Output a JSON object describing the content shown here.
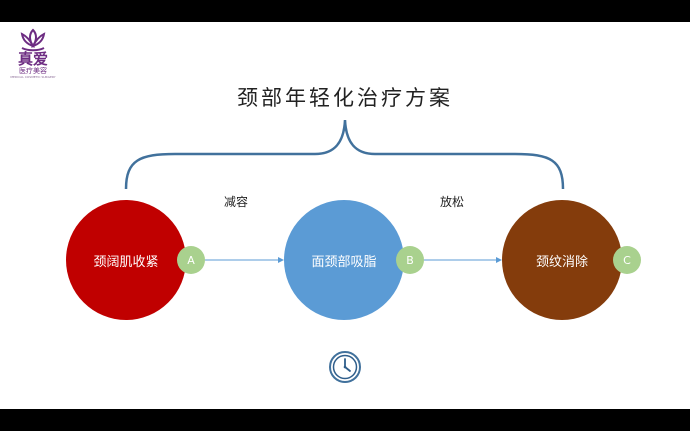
{
  "logo": {
    "name": "真爱",
    "subtitle": "医疗美容",
    "english": "MEDICAL COSMETIC SURGERY"
  },
  "title": "颈部年轻化治疗方案",
  "nodes": [
    {
      "label": "颈阔肌收紧",
      "badge": "A",
      "color": "#c00000"
    },
    {
      "label": "面颈部吸脂",
      "badge": "B",
      "color": "#5b9bd5"
    },
    {
      "label": "颈纹消除",
      "badge": "C",
      "color": "#843c0c"
    }
  ],
  "edge_labels": [
    "减容",
    "放松"
  ],
  "colors": {
    "brace": "#41719c",
    "badge": "#a9d18e",
    "connector": "#5b9bd5",
    "logo": "#6d2c82"
  },
  "icons": {
    "clock": "clock-icon",
    "logo": "lotus-logo-icon"
  }
}
